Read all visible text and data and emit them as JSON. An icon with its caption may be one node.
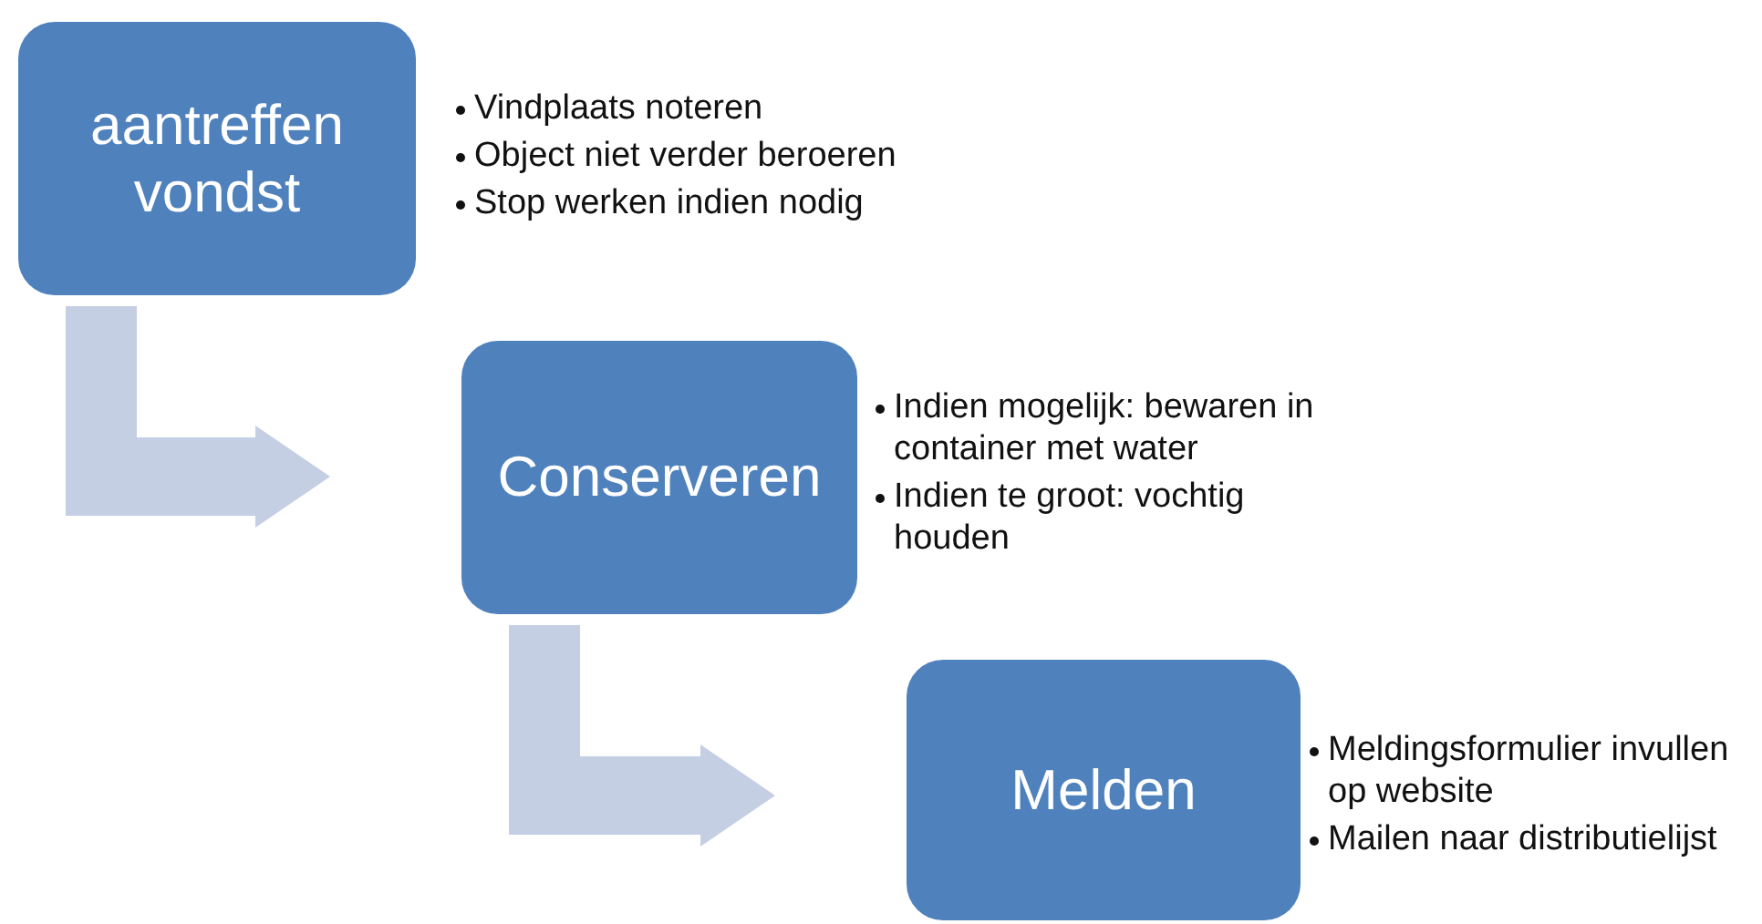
{
  "diagram": {
    "nodes": [
      {
        "text": [
          "aantreffen vondst"
        ],
        "beside": [
          "Vindplaats noteren",
          "Object niet verder beroeren",
          "Stop werken indien nodig"
        ]
      },
      {
        "text": [
          "Conserveren"
        ],
        "beside": [
          "Indien mogelijk: bewaren in container met water",
          "Indien te groot: vochtig houden"
        ]
      },
      {
        "text": [
          "Melden"
        ],
        "beside": [
          "Meldingsformulier invullen op website",
          "Mailen naar distributielijst"
        ]
      }
    ],
    "edges": [
      {
        "from": 0,
        "to": 1,
        "arrow": "to"
      },
      {
        "from": 1,
        "to": 2,
        "arrow": "to"
      }
    ]
  }
}
